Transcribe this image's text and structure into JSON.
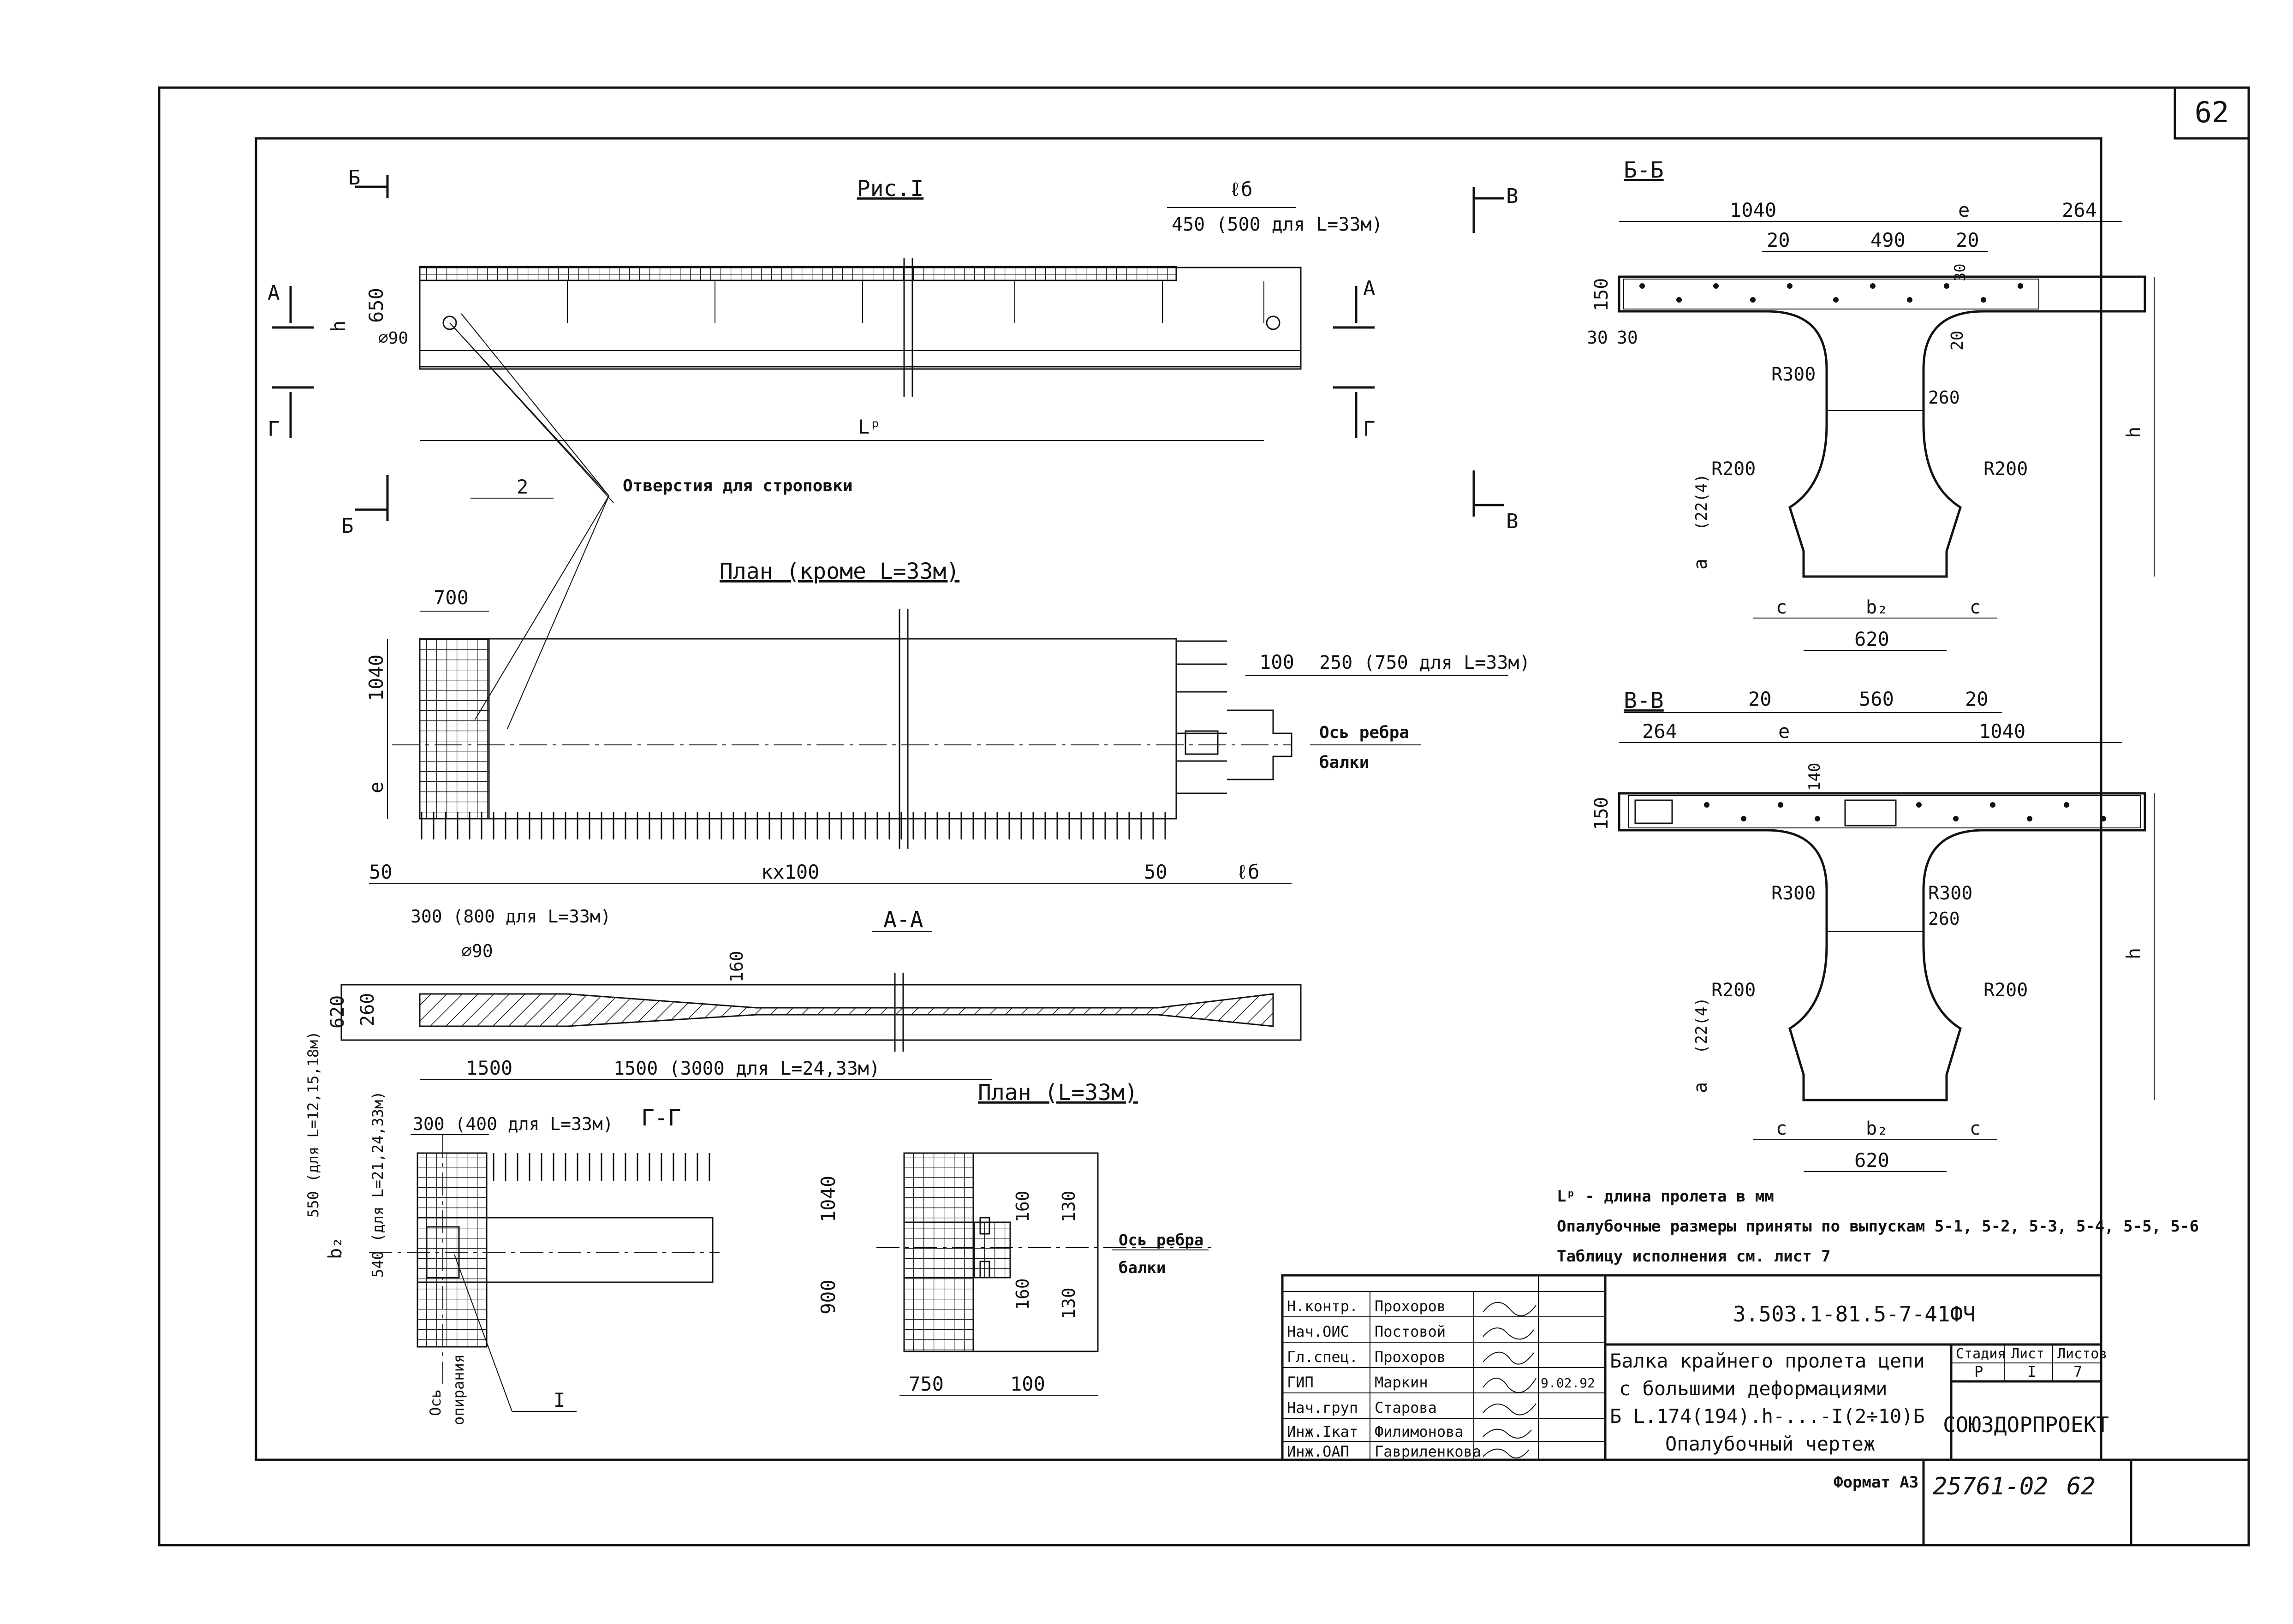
{
  "sheet": {
    "page_number": "62",
    "format_label": "Формат А3",
    "archive_number": "25761-02",
    "archive_page": "62"
  },
  "views": {
    "fig1": {
      "title": "Рис.I",
      "section_b": "Б",
      "section_v": "В",
      "section_a": "А",
      "section_g": "Г",
      "dim_650": "650",
      "dim_h": "h",
      "dim_d90": "⌀90",
      "dim_lb": "ℓб",
      "dim_450": "450 (500 для L=33м)",
      "dim_L": "Lᵖ",
      "label_2": "2",
      "holes_note": "Отверстия для строповки"
    },
    "plan": {
      "title": "План (кроме L=33м)",
      "dim_700": "700",
      "dim_1040": "1040",
      "dim_e": "e",
      "dim_100": "100",
      "dim_250": "250 (750 для L=33м)",
      "axis_label_1": "Ось ребра",
      "axis_label_2": "балки",
      "dim_50_left": "50",
      "dim_kx100": "кx100",
      "dim_50_right": "50",
      "dim_lb": "ℓб"
    },
    "aa": {
      "title": "А-А",
      "dim_300": "300 (800 для L=33м)",
      "dim_d90": "⌀90",
      "dim_160": "160",
      "dim_620": "620",
      "dim_260": "260",
      "dim_1500": "1500",
      "dim_1500b": "1500 (3000 для L=24,33м)"
    },
    "gg": {
      "title": "Г-Г",
      "dim_300": "300 (400 для L=33м)",
      "dim_550": "550 (для L=12,15,18м)",
      "dim_540": "540 (для L=21,24,33м)",
      "dim_b2": "b₂",
      "axis_label_1": "Ось",
      "axis_label_2": "опирания",
      "label_1": "I"
    },
    "plan33": {
      "title": "План (L=33м)",
      "dim_1040": "1040",
      "dim_900": "900",
      "dim_160a": "160",
      "dim_130a": "130",
      "dim_160b": "160",
      "dim_130b": "130",
      "dim_750": "750",
      "dim_100": "100",
      "axis_label_1": "Ось ребра",
      "axis_label_2": "балки"
    },
    "bb": {
      "title": "Б-Б",
      "dim_1040": "1040",
      "dim_e": "e",
      "dim_264": "264",
      "dim_20a": "20",
      "dim_490": "490",
      "dim_20b": "20",
      "dim_150": "150",
      "dim_30a": "30",
      "dim_30b": "30",
      "dim_30c": "30",
      "dim_20v": "20",
      "r300a": "R300",
      "dim_260": "260",
      "r200a": "R200",
      "r200b": "R200",
      "dim_h": "h",
      "dim_122": "(22(4)",
      "dim_a": "a",
      "dim_c1": "c",
      "dim_b2": "b₂",
      "dim_c2": "c",
      "dim_620": "620"
    },
    "vv": {
      "title": "В-В",
      "dim_20a": "20",
      "dim_560": "560",
      "dim_20b": "20",
      "dim_264": "264",
      "dim_e": "e",
      "dim_1040": "1040",
      "dim_150": "150",
      "dim_140": "140",
      "r300a": "R300",
      "r300b": "R300",
      "dim_260": "260",
      "r200a": "R200",
      "r200b": "R200",
      "dim_h": "h",
      "dim_122": "(22(4)",
      "dim_a": "a",
      "dim_c1": "c",
      "dim_b2": "b₂",
      "dim_c2": "c",
      "dim_620": "620"
    }
  },
  "notes": [
    "Lᵖ - длина пролета в мм",
    "Опалубочные размеры приняты по выпускам 5-1, 5-2, 5-3, 5-4, 5-5, 5-6",
    "Таблицу исполнения см. лист 7"
  ],
  "title_block": {
    "code": "3.503.1-81.5-7-41ФЧ",
    "name_lines": [
      "Балка крайнего пролета цепи",
      "с большими деформациями",
      "Б L.174(194).h-...-I(2÷10)Б",
      "Опалубочный чертеж"
    ],
    "stage_header": "Стадия",
    "sheet_header": "Лист",
    "sheets_header": "Листов",
    "stage_value": "Р",
    "sheet_value": "I",
    "sheets_value": "7",
    "organization": "СОЮЗДОРПРОЕКТ",
    "date": "9.02.92",
    "roles": [
      {
        "role": "Н.контр.",
        "name": "Прохоров"
      },
      {
        "role": "Нач.ОИС",
        "name": "Постовой"
      },
      {
        "role": "Гл.спец.",
        "name": "Прохоров"
      },
      {
        "role": "ГИП",
        "name": "Маркин"
      },
      {
        "role": "Нач.груп",
        "name": "Старова"
      },
      {
        "role": "Инж.Iкат",
        "name": "Филимонова"
      },
      {
        "role": "Инж.ОАП",
        "name": "Гавриленкова"
      }
    ]
  }
}
